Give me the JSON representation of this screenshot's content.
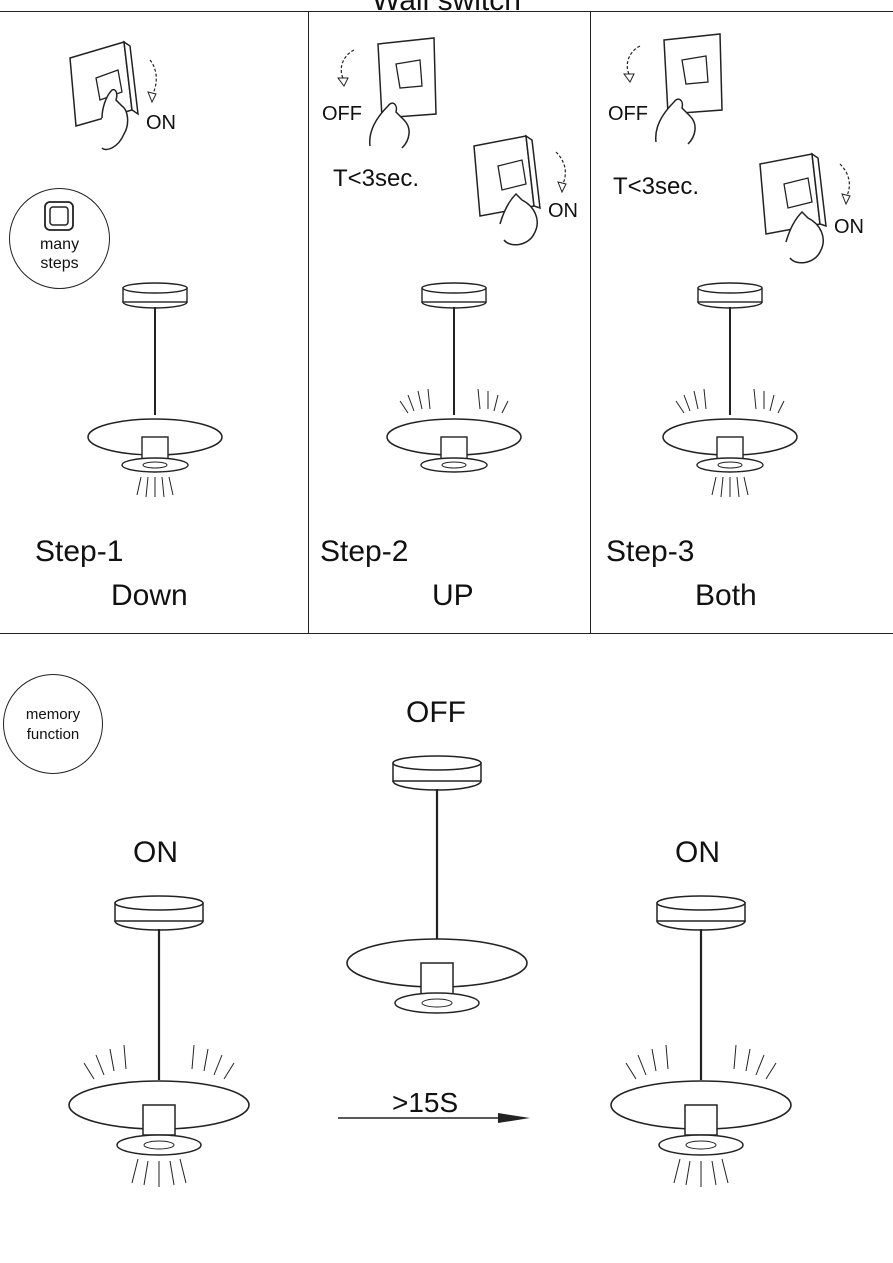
{
  "header": {
    "title": "Wall switch"
  },
  "badges": {
    "many_steps": "many\nsteps",
    "memory_function": "memory\nfunction"
  },
  "panels": [
    {
      "step": "Step-1",
      "mode": "Down",
      "switch_labels": [
        "ON"
      ]
    },
    {
      "step": "Step-2",
      "mode": "UP",
      "switch_labels": [
        "OFF",
        "ON"
      ],
      "timing": "T<3sec."
    },
    {
      "step": "Step-3",
      "mode": "Both",
      "switch_labels": [
        "OFF",
        "ON"
      ],
      "timing": "T<3sec."
    }
  ],
  "memory": {
    "state_left": "ON",
    "state_middle": "OFF",
    "state_right": "ON",
    "delay": ">15S"
  }
}
